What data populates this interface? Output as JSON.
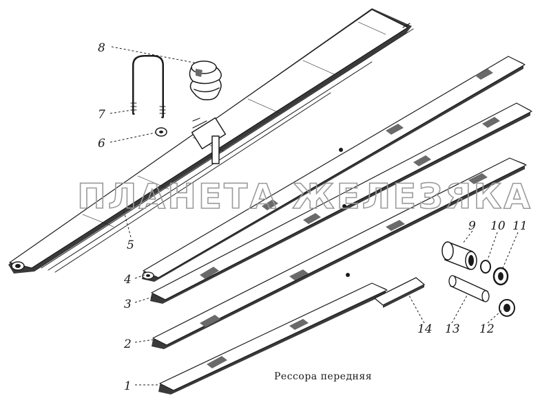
{
  "caption": "Рессора передняя",
  "watermark": "ПЛАНЕТА ЖЕЛЕЗЯКА",
  "callouts": [
    "1",
    "2",
    "3",
    "4",
    "5",
    "6",
    "7",
    "8",
    "9",
    "10",
    "11",
    "12",
    "13",
    "14"
  ]
}
